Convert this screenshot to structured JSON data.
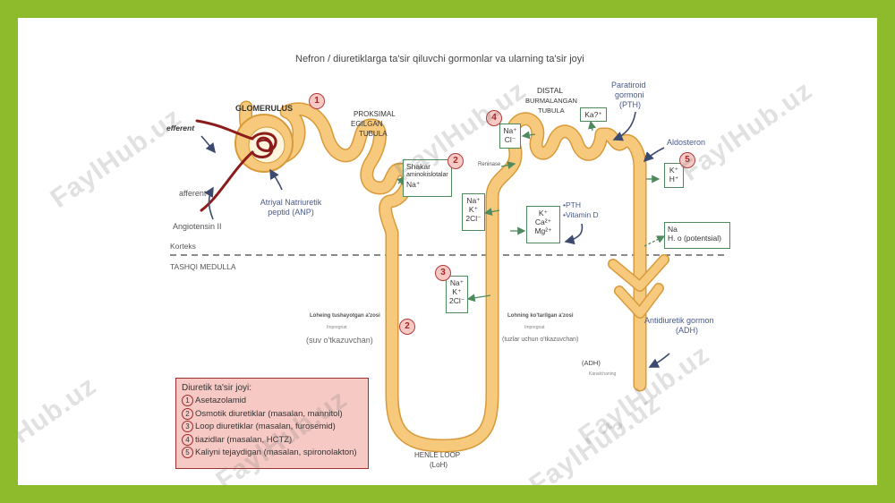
{
  "title": "Nefron / diuretiklarga ta'sir qiluvchi gormonlar va ularning ta'sir joyi",
  "labels": {
    "glomerulus": "GLOMERULUS",
    "efferent": "efferent",
    "afferent": "afferent",
    "angiotensin": "Angiotensin II",
    "anp": "Atriyal Natriuretik peptid (ANP)",
    "proximal_1": "PROKSIMAL",
    "proximal_2": "EGILGAN",
    "proximal_3": "TUBULA",
    "distal_1": "DISTAL",
    "distal_2": "BURMALANGAN",
    "distal_3": "TUBULA",
    "pth_1": "Paratiroid",
    "pth_2": "gormoni",
    "pth_3": "(PTH)",
    "aldosteron": "Aldosteron",
    "korteks": "Korteks",
    "medulla": "TASHQI MEDULLA",
    "renin": "Reninase",
    "desc_left_1": "Loheing tushayotgan a'zosi",
    "desc_left_2": "Impregnat",
    "desc_left_3": "(suv o'tkazuvchan)",
    "desc_right_1": "Lohning ko'tarilgan a'zosi",
    "desc_right_2": "Impregnat",
    "desc_right_3": "(tuzlar uchun o'tkazuvchan)",
    "henle_1": "HENLE LOOP",
    "henle_2": "(LoH)",
    "adh_1": "Antidiuretik gormon",
    "adh_2": "(ADH)",
    "adh_small": "(ADH)",
    "adh_tiny": "Kanalchaning",
    "pth_vit_1": "•PTH",
    "pth_vit_2": "•Vitamin D"
  },
  "boxes": {
    "b1": [
      "Shakar",
      "aminokislotalar",
      "Na⁺"
    ],
    "b2": [
      "Na⁺",
      "K⁺",
      "2Cl⁻"
    ],
    "b3": [
      "Na⁺",
      "K⁺",
      "2Cl⁻"
    ],
    "b4": [
      "Na⁺",
      "Cl⁻"
    ],
    "b5": [
      "K⁺",
      "Ca²⁺",
      "Mg²⁺"
    ],
    "b6": [
      "Ka?⁺"
    ],
    "b7": [
      "K⁺",
      "H⁺"
    ],
    "b8": [
      "Na",
      "H. o (potentsial)"
    ]
  },
  "site_numbers": {
    "n1": "1",
    "n2a": "2",
    "n2b": "2",
    "n3": "3",
    "n4": "4",
    "n5": "5"
  },
  "legend": {
    "title": "Diuretik ta'sir joyi:",
    "items": [
      {
        "num": "1",
        "text": "Asetazolamid"
      },
      {
        "num": "2",
        "text": "Osmotik diuretiklar (masalan, mannitol)"
      },
      {
        "num": "3",
        "text": "Loop diuretiklar (masalan, furosemid)"
      },
      {
        "num": "4",
        "text": "tiazidlar (masalan, HCTZ)"
      },
      {
        "num": "5",
        "text": "Kaliyni tejaydigan (masalan, spironolakton)"
      }
    ]
  },
  "watermark": "FaylHub.uz",
  "colors": {
    "background_border": "#8dbb2c",
    "tubule": "#f7c97c",
    "tubule_outline": "#d89a3a",
    "vessel": "#8c1c1c",
    "legend_fill": "#f6c9c4",
    "legend_border": "#a03030",
    "box_border": "#4f8a5e",
    "arrow": "#3c4a6e"
  }
}
